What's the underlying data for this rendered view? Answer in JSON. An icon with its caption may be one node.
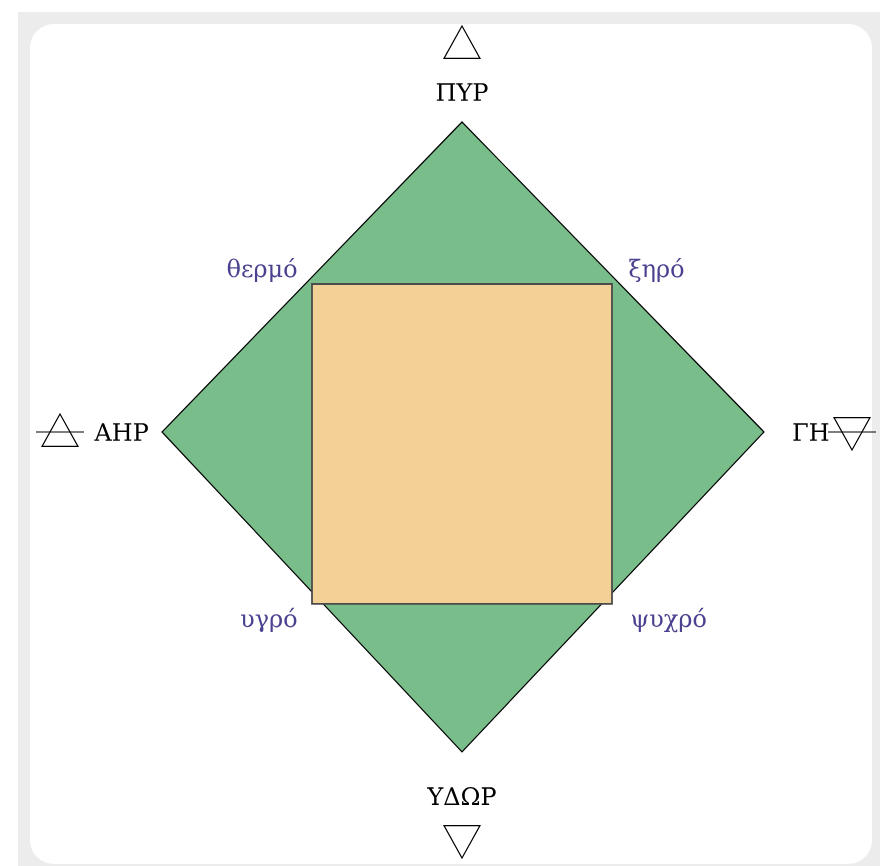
{
  "diagram": {
    "labels": [
      "ΠΥΡ",
      "θερμό",
      "ξηρό",
      "ΑΗΡ",
      "ΓΗ",
      "υγρό",
      "ψυχρό",
      "ΥΔΩΡ"
    ]
  }
}
